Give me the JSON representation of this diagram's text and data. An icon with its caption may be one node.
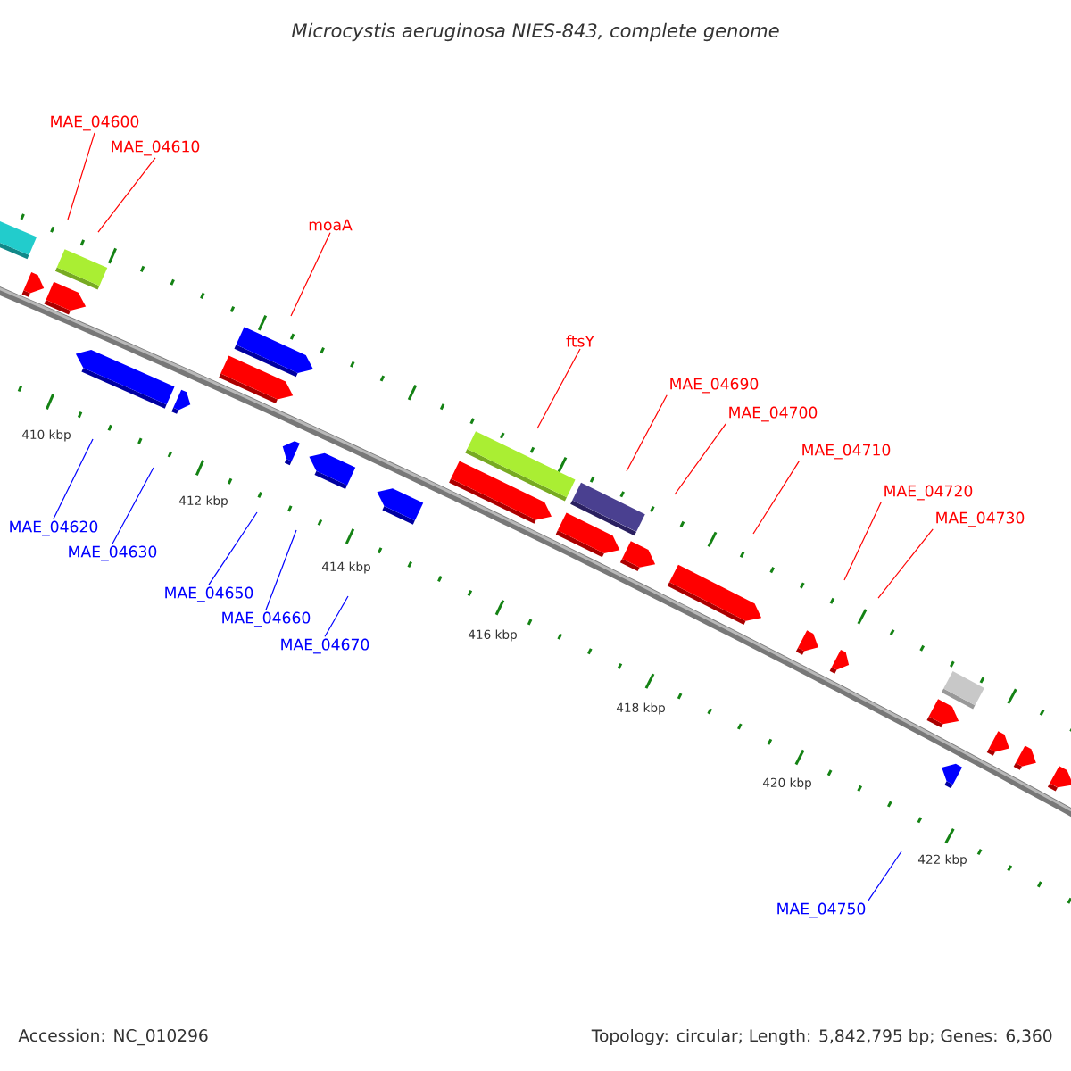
{
  "diagram": {
    "title": "Microcystis aeruginosa NIES-843, complete genome",
    "nodes": [
      {
        "text": [
          "MAE_04600"
        ]
      },
      {
        "text": [
          "MAE_04610"
        ]
      },
      {
        "text": [
          "moaA"
        ]
      },
      {
        "text": [
          "ftsY"
        ]
      },
      {
        "text": [
          "MAE_04690"
        ]
      },
      {
        "text": [
          "MAE_04700"
        ]
      },
      {
        "text": [
          "MAE_04710"
        ]
      },
      {
        "text": [
          "MAE_04720"
        ]
      },
      {
        "text": [
          "MAE_04730"
        ]
      },
      {
        "text": [
          "MAE_04620"
        ]
      },
      {
        "text": [
          "MAE_04630"
        ]
      },
      {
        "text": [
          "MAE_04650"
        ]
      },
      {
        "text": [
          "MAE_04660"
        ]
      },
      {
        "text": [
          "MAE_04670"
        ]
      },
      {
        "text": [
          "MAE_04750"
        ]
      }
    ],
    "edges": [
      {
        "from": 0,
        "to": null,
        "arrow": "none"
      },
      {
        "from": 1,
        "to": null,
        "arrow": "none"
      },
      {
        "from": 2,
        "to": null,
        "arrow": "none"
      },
      {
        "from": 3,
        "to": null,
        "arrow": "none"
      },
      {
        "from": 4,
        "to": null,
        "arrow": "none"
      },
      {
        "from": 5,
        "to": null,
        "arrow": "none"
      },
      {
        "from": 6,
        "to": null,
        "arrow": "none"
      },
      {
        "from": 7,
        "to": null,
        "arrow": "none"
      },
      {
        "from": 8,
        "to": null,
        "arrow": "none"
      },
      {
        "from": 9,
        "to": null,
        "arrow": "none",
        "color": "#0000ff"
      },
      {
        "from": 10,
        "to": null,
        "arrow": "none",
        "color": "#0000ff"
      },
      {
        "from": 11,
        "to": null,
        "arrow": "none",
        "color": "#0000ff"
      },
      {
        "from": 12,
        "to": null,
        "arrow": "none",
        "color": "#0000ff"
      },
      {
        "from": 13,
        "to": null,
        "arrow": "none",
        "color": "#0000ff"
      },
      {
        "from": 14,
        "to": null,
        "arrow": "none",
        "color": "#0000ff"
      }
    ],
    "labels": [
      "410 kbp",
      "412 kbp",
      "414 kbp",
      "416 kbp",
      "418 kbp",
      "420 kbp",
      "422 kbp",
      "Accession: NC_010296",
      "Topology: circular; Length: 5,842,795 bp; Genes: 6,360"
    ]
  }
}
